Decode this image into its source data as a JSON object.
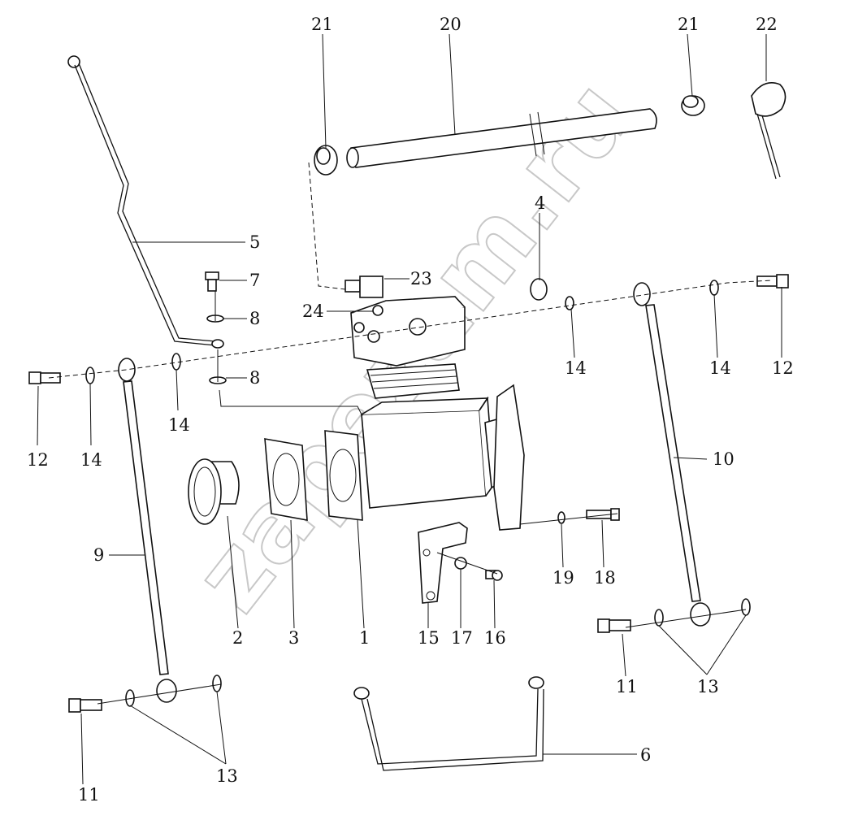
{
  "diagram": {
    "type": "exploded parts diagram",
    "subject": "air compressor assembly",
    "watermark": "zapezam.ru",
    "callouts": [
      {
        "id": "label-21a",
        "text": "21"
      },
      {
        "id": "label-20",
        "text": "20"
      },
      {
        "id": "label-21b",
        "text": "21"
      },
      {
        "id": "label-22",
        "text": "22"
      },
      {
        "id": "label-5",
        "text": "5"
      },
      {
        "id": "label-4",
        "text": "4"
      },
      {
        "id": "label-7",
        "text": "7"
      },
      {
        "id": "label-23",
        "text": "23"
      },
      {
        "id": "label-8a",
        "text": "8"
      },
      {
        "id": "label-24",
        "text": "24"
      },
      {
        "id": "label-8b",
        "text": "8"
      },
      {
        "id": "label-14a",
        "text": "14"
      },
      {
        "id": "label-14b",
        "text": "14"
      },
      {
        "id": "label-14c",
        "text": "14"
      },
      {
        "id": "label-12a",
        "text": "12"
      },
      {
        "id": "label-12b",
        "text": "12"
      },
      {
        "id": "label-14d",
        "text": "14"
      },
      {
        "id": "label-10",
        "text": "10"
      },
      {
        "id": "label-9",
        "text": "9"
      },
      {
        "id": "label-19",
        "text": "19"
      },
      {
        "id": "label-18",
        "text": "18"
      },
      {
        "id": "label-2",
        "text": "2"
      },
      {
        "id": "label-3",
        "text": "3"
      },
      {
        "id": "label-1",
        "text": "1"
      },
      {
        "id": "label-15",
        "text": "15"
      },
      {
        "id": "label-17",
        "text": "17"
      },
      {
        "id": "label-16",
        "text": "16"
      },
      {
        "id": "label-11a",
        "text": "11"
      },
      {
        "id": "label-13a",
        "text": "13"
      },
      {
        "id": "label-6",
        "text": "6"
      },
      {
        "id": "label-13b",
        "text": "13"
      },
      {
        "id": "label-11b",
        "text": "11"
      }
    ]
  }
}
